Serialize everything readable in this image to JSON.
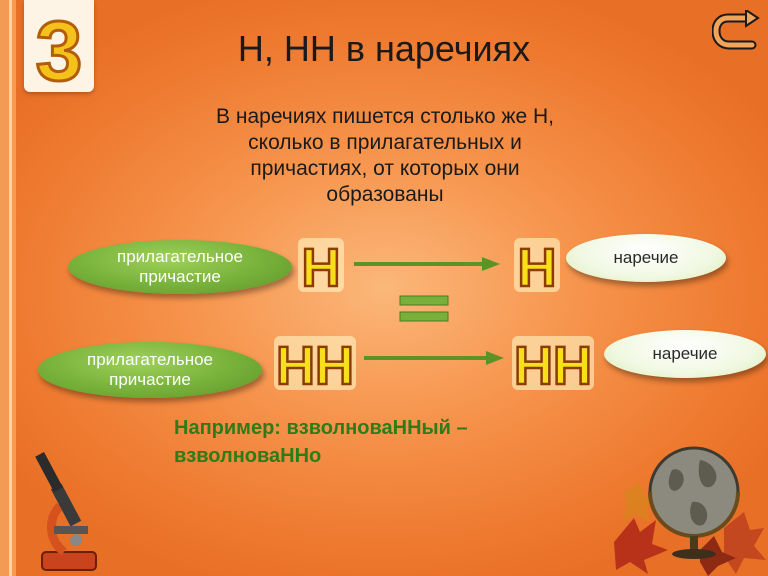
{
  "header": {
    "logo_digit": "3",
    "title": "Н, НН в наречиях",
    "back_icon": "back-arrow-icon"
  },
  "rule_text": "В наречиях пишется столько же Н, сколько в прилагательных и причастиях, от которых они образованы",
  "row1": {
    "source_pill": "прилагательное причастие",
    "source_letters": "Н",
    "target_letters": "Н",
    "target_pill": "наречие"
  },
  "row2": {
    "source_pill": "прилагательное причастие",
    "source_letters": "НН",
    "target_letters": "НН",
    "target_pill": "наречие"
  },
  "equals_icon": "equals-sign-icon",
  "example": "Например: взволноваННый – взволноваННо",
  "colors": {
    "background": "#f39447",
    "pill_green": "#77b13a",
    "letter_yellow": "#f7e01a",
    "example_green": "#2f7b18"
  },
  "decorations": [
    "microscope-icon",
    "globe-icon",
    "autumn-leaves-icon"
  ]
}
